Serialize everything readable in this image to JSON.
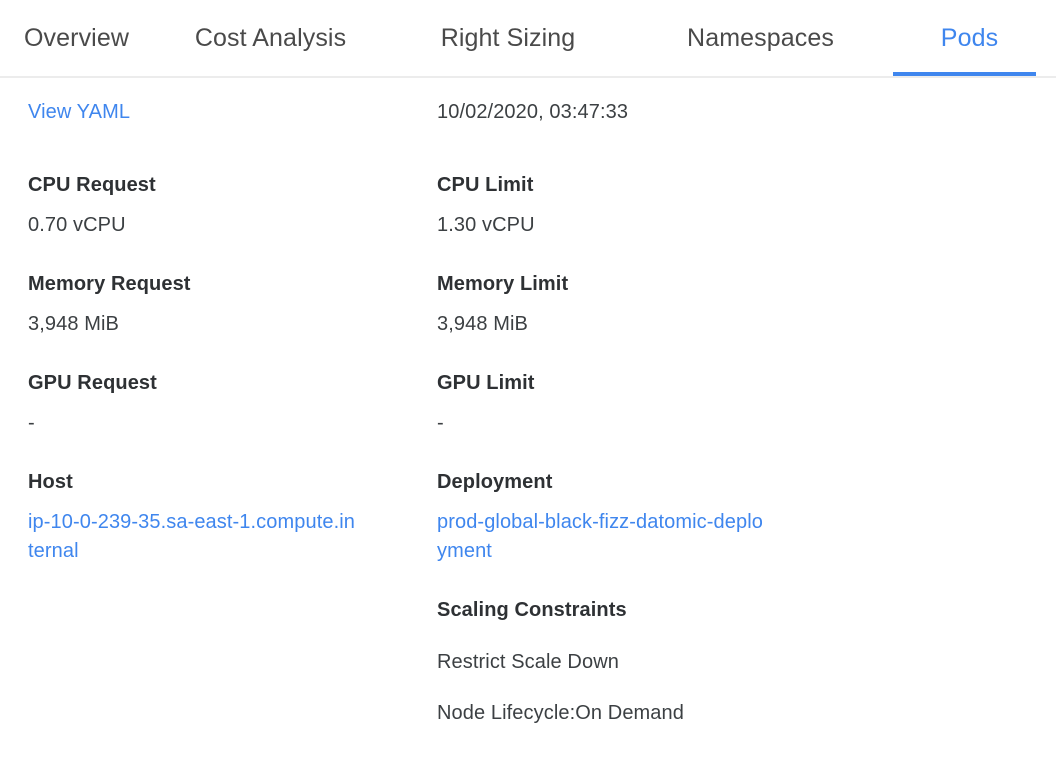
{
  "tabs": [
    {
      "label": "Overview",
      "active": false
    },
    {
      "label": "Cost Analysis",
      "active": false
    },
    {
      "label": "Right Sizing",
      "active": false
    },
    {
      "label": "Namespaces",
      "active": false
    },
    {
      "label": "Pods",
      "active": true
    }
  ],
  "colors": {
    "accent": "#3f86ee",
    "link": "#3f86ee",
    "label": "#2e3134",
    "value": "#3c4043",
    "divider": "#ececec"
  },
  "details": {
    "view_yaml_label": "View YAML",
    "timestamp": "10/02/2020, 03:47:33",
    "left": [
      {
        "label": "CPU Request",
        "value": "0.70 vCPU",
        "is_link": false
      },
      {
        "label": "Memory Request",
        "value": "3,948 MiB",
        "is_link": false
      },
      {
        "label": "GPU Request",
        "value": "-",
        "is_link": false
      },
      {
        "label": "Host",
        "value": "ip-10-0-239-35.sa-east-1.compute.internal",
        "is_link": true
      }
    ],
    "right": [
      {
        "label": "CPU Limit",
        "value": "1.30 vCPU",
        "is_link": false
      },
      {
        "label": "Memory Limit",
        "value": "3,948 MiB",
        "is_link": false
      },
      {
        "label": "GPU Limit",
        "value": "-",
        "is_link": false
      },
      {
        "label": "Deployment",
        "value": "prod-global-black-fizz-datomic-deployment",
        "is_link": true
      }
    ],
    "scaling_constraints": {
      "title": "Scaling Constraints",
      "items": [
        "Restrict Scale Down",
        "Node Lifecycle:On Demand"
      ]
    }
  }
}
